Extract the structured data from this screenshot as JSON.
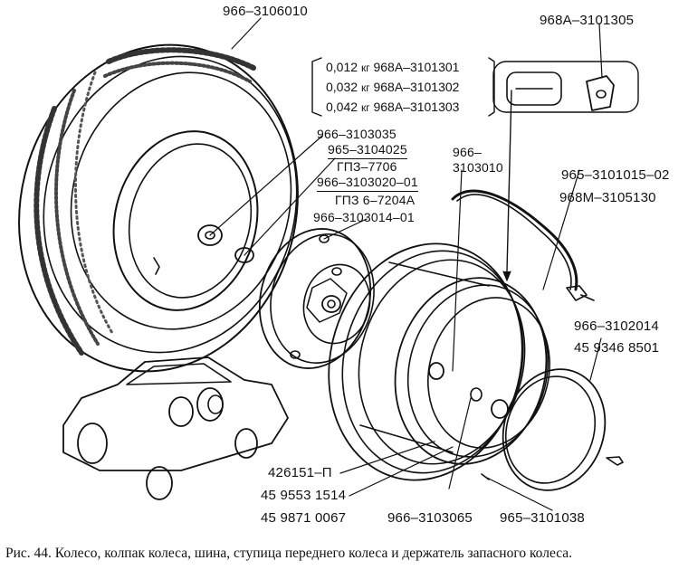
{
  "caption": "Рис. 44. Колесо, колпак колеса, шина, ступица переднего колеса и держатель запасного колеса.",
  "labels": {
    "tire": "966–3106010",
    "clip": "968А–3101305",
    "hub_group": [
      "966–3103035",
      "965–3104025",
      "ГПЗ–7706",
      "966–3103020–01",
      "ГПЗ 6–7204А"
    ],
    "hub": "966–3103014–01",
    "nut": "966–3103010",
    "holder_a": "965–3101015–02",
    "holder_b": "968М–3105130",
    "cap_a": "966–3102014",
    "cap_b": "45 9346 8501",
    "bolt_a": "426151–П",
    "bolt_b": "45 9553 1514",
    "bolt_c": "45 9871 0067",
    "stud": "966–3103065",
    "screw": "965–3101038"
  },
  "weights": [
    {
      "mass": "0,012",
      "unit": "кг",
      "part": "968А–3101301"
    },
    {
      "mass": "0,032",
      "unit": "кг",
      "part": "968А–3101302"
    },
    {
      "mass": "0,042",
      "unit": "кг",
      "part": "968А–3101303"
    }
  ]
}
